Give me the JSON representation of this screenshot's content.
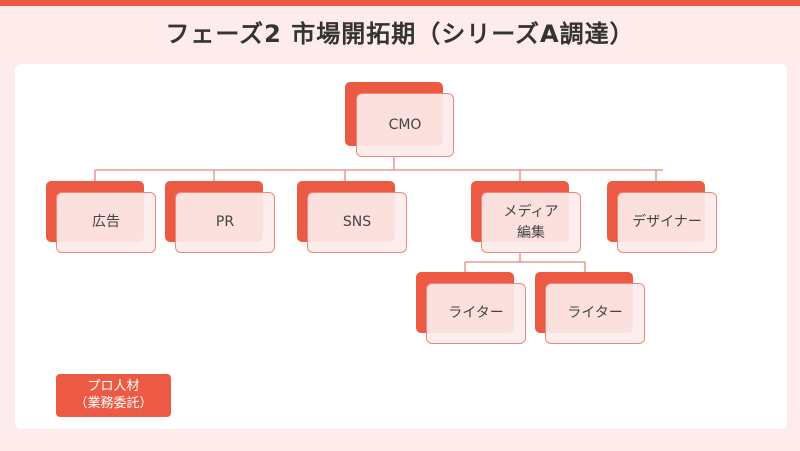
{
  "title": "フェーズ2 市場開拓期（シリーズA調達）",
  "colors": {
    "accent": "#ec5a44",
    "node_fill": "#fdeceb",
    "node_border": "#f08878",
    "connector": "#e08a80",
    "background": "#fdeceb",
    "panel": "#ffffff"
  },
  "org_chart": {
    "root": {
      "label": "CMO"
    },
    "level1": [
      {
        "label": "広告"
      },
      {
        "label": "PR"
      },
      {
        "label": "SNS"
      },
      {
        "label": "メディア\n編集"
      },
      {
        "label": "デザイナー"
      }
    ],
    "level2_under_media": [
      {
        "label": "ライター"
      },
      {
        "label": "ライター"
      }
    ]
  },
  "legend": {
    "line1": "プロ人材",
    "line2": "（業務委託）"
  }
}
